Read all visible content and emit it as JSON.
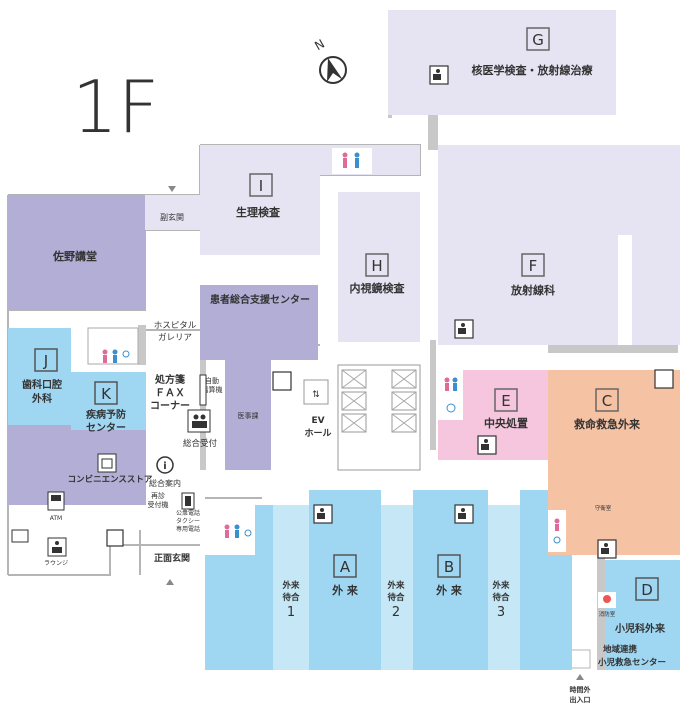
{
  "floor": "1F",
  "compass": "N",
  "colors": {
    "lavender": "#e6e4f2",
    "purple": "#b3aed6",
    "lightblue": "#9fd6f2",
    "paleblue": "#c6e8f6",
    "pink": "#f5c6dd",
    "orange": "#f6c2a4",
    "wall": "#b5b5b5"
  },
  "areas": {
    "G": {
      "letter": "G",
      "name": "核医学検査・放射線治療"
    },
    "I": {
      "letter": "I",
      "name": "生理検査"
    },
    "H": {
      "letter": "H",
      "name": "内視鏡検査"
    },
    "F": {
      "letter": "F",
      "name": "放射線科"
    },
    "E": {
      "letter": "E",
      "name": "中央処置"
    },
    "C": {
      "letter": "C",
      "name": "救命救急外来"
    },
    "J": {
      "letter": "J",
      "name1": "歯科口腔",
      "name2": "外科"
    },
    "K": {
      "letter": "K",
      "name1": "疾病予防",
      "name2": "センター"
    },
    "A": {
      "letter": "A",
      "name": "外 来"
    },
    "B": {
      "letter": "B",
      "name": "外 来"
    },
    "D": {
      "letter": "D",
      "name": "小児科外来"
    }
  },
  "labels": {
    "sano": "佐野講堂",
    "fukugenkan": "副玄関",
    "hospital1": "ホスピタル",
    "hospital2": "ガレリア",
    "kanja": "患者総合支援センター",
    "shohousen": "処方箋",
    "fax": "ＦＡＸ",
    "corner": "コーナー",
    "jido1": "自動",
    "jido2": "精算機",
    "sogo_uketsuke": "総合受付",
    "iji": "医事課",
    "ev1": "EV",
    "ev2": "ホール",
    "sogo_annai": "総合案内",
    "saishin1": "再診",
    "saishin2": "受付機",
    "koshu1": "公衆電話",
    "koshu2": "タクシー",
    "koshu3": "専用電話",
    "conveni": "コンビニエンスストア",
    "atm": "ATM",
    "lounge": "ラウンジ",
    "shomen": "正面玄関",
    "machi1_a": "外来",
    "machi1_b": "待合",
    "machi1_c": "1",
    "machi2_a": "外来",
    "machi2_b": "待合",
    "machi2_c": "2",
    "machi3_a": "外来",
    "machi3_b": "待合",
    "machi3_c": "3",
    "chiiki1": "地域連携",
    "chiiki2": "小児救急センター",
    "jikangai1": "時間外",
    "jikangai2": "出入口",
    "shuei": "守衛室",
    "shobo": "消防室"
  }
}
